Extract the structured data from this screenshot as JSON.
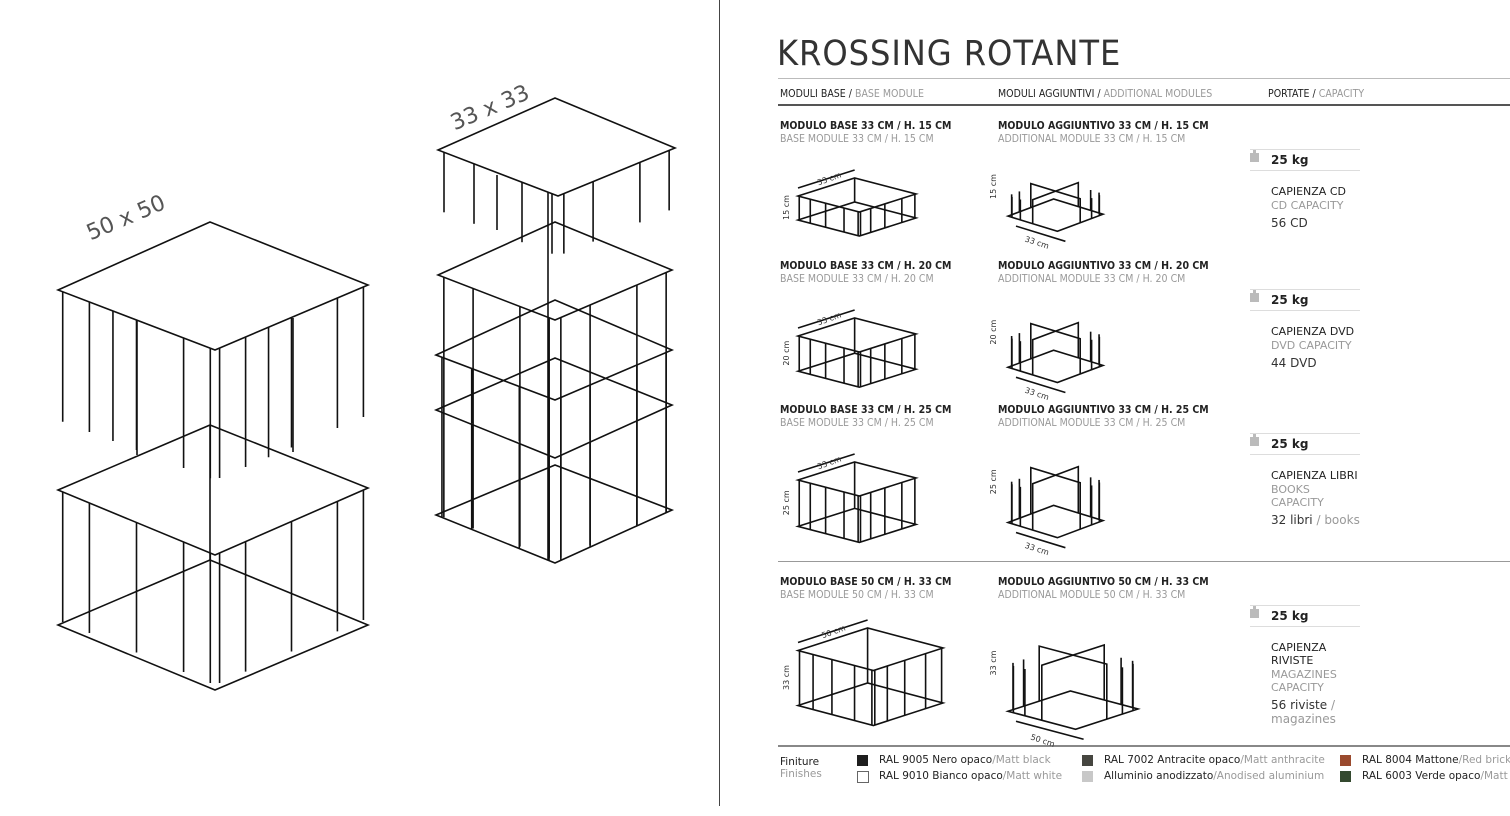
{
  "left": {
    "label_big": "50 x 50",
    "label_small": "33 x 33"
  },
  "title": "KROSSING ROTANTE",
  "headers": [
    {
      "it": "MODULI BASE",
      "en": "BASE MODULE"
    },
    {
      "it": "MODULI AGGIUNTIVI",
      "en": "ADDITIONAL MODULES"
    },
    {
      "it": "PORTATE",
      "en": "CAPACITY"
    }
  ],
  "rows": [
    {
      "base_it": "MODULO BASE 33 CM / H. 15 CM",
      "base_en": "BASE MODULE 33 CM / H. 15 CM",
      "add_it": "MODULO AGGIUNTIVO 33 CM / H. 15 CM",
      "add_en": "ADDITIONAL MODULE 33 CM / H. 15 CM",
      "w": "33 cm",
      "h": "15 cm",
      "kg": "25 kg",
      "cap_it": "CAPIENZA CD",
      "cap_en": "CD CAPACITY",
      "cap_val": "56 CD",
      "cap_val_en": ""
    },
    {
      "base_it": "MODULO BASE 33 CM / H. 20 CM",
      "base_en": "BASE MODULE 33 CM / H. 20 CM",
      "add_it": "MODULO AGGIUNTIVO 33 CM / H. 20 CM",
      "add_en": "ADDITIONAL MODULE 33 CM / H. 20 CM",
      "w": "33 cm",
      "h": "20 cm",
      "kg": "25 kg",
      "cap_it": "CAPIENZA DVD",
      "cap_en": "DVD CAPACITY",
      "cap_val": "44 DVD",
      "cap_val_en": ""
    },
    {
      "base_it": "MODULO BASE 33 CM / H. 25 CM",
      "base_en": "BASE MODULE 33 CM / H. 25 CM",
      "add_it": "MODULO AGGIUNTIVO 33 CM / H. 25 CM",
      "add_en": "ADDITIONAL MODULE 33 CM / H. 25 CM",
      "w": "33 cm",
      "h": "25 cm",
      "kg": "25 kg",
      "cap_it": "CAPIENZA LIBRI",
      "cap_en": "BOOKS CAPACITY",
      "cap_val": "32 libri",
      "cap_val_en": " / books"
    },
    {
      "base_it": "MODULO BASE 50 CM / H. 33 CM",
      "base_en": "BASE MODULE 50 CM / H. 33 CM",
      "add_it": "MODULO AGGIUNTIVO 50 CM / H. 33 CM",
      "add_en": "ADDITIONAL MODULE 50 CM / H. 33 CM",
      "w": "50 cm",
      "h": "33 cm",
      "kg": "25 kg",
      "cap_it": "CAPIENZA RIVISTE",
      "cap_en": "MAGAZINES CAPACITY",
      "cap_val": "56 riviste",
      "cap_val_en": " / magazines"
    }
  ],
  "finishes": {
    "label_it": "Finiture",
    "label_en": "Finishes",
    "items": [
      {
        "it": "RAL 9005 Nero opaco",
        "en": "/Matt black",
        "color": "#1e1e1e"
      },
      {
        "it": "RAL 9010 Bianco opaco",
        "en": "/Matt white",
        "color": "#ffffff"
      },
      {
        "it": "RAL 7002 Antracite opaco",
        "en": "/Matt anthracite",
        "color": "#464640"
      },
      {
        "it": "Alluminio anodizzato",
        "en": "/Anodised aluminium",
        "color": "#c8c8c8"
      },
      {
        "it": "RAL 8004 Mattone",
        "en": "/Red brick",
        "color": "#9a4a2e"
      },
      {
        "it": "RAL 6003 Verde opaco",
        "en": "/Matt green",
        "color": "#34492f"
      }
    ]
  }
}
